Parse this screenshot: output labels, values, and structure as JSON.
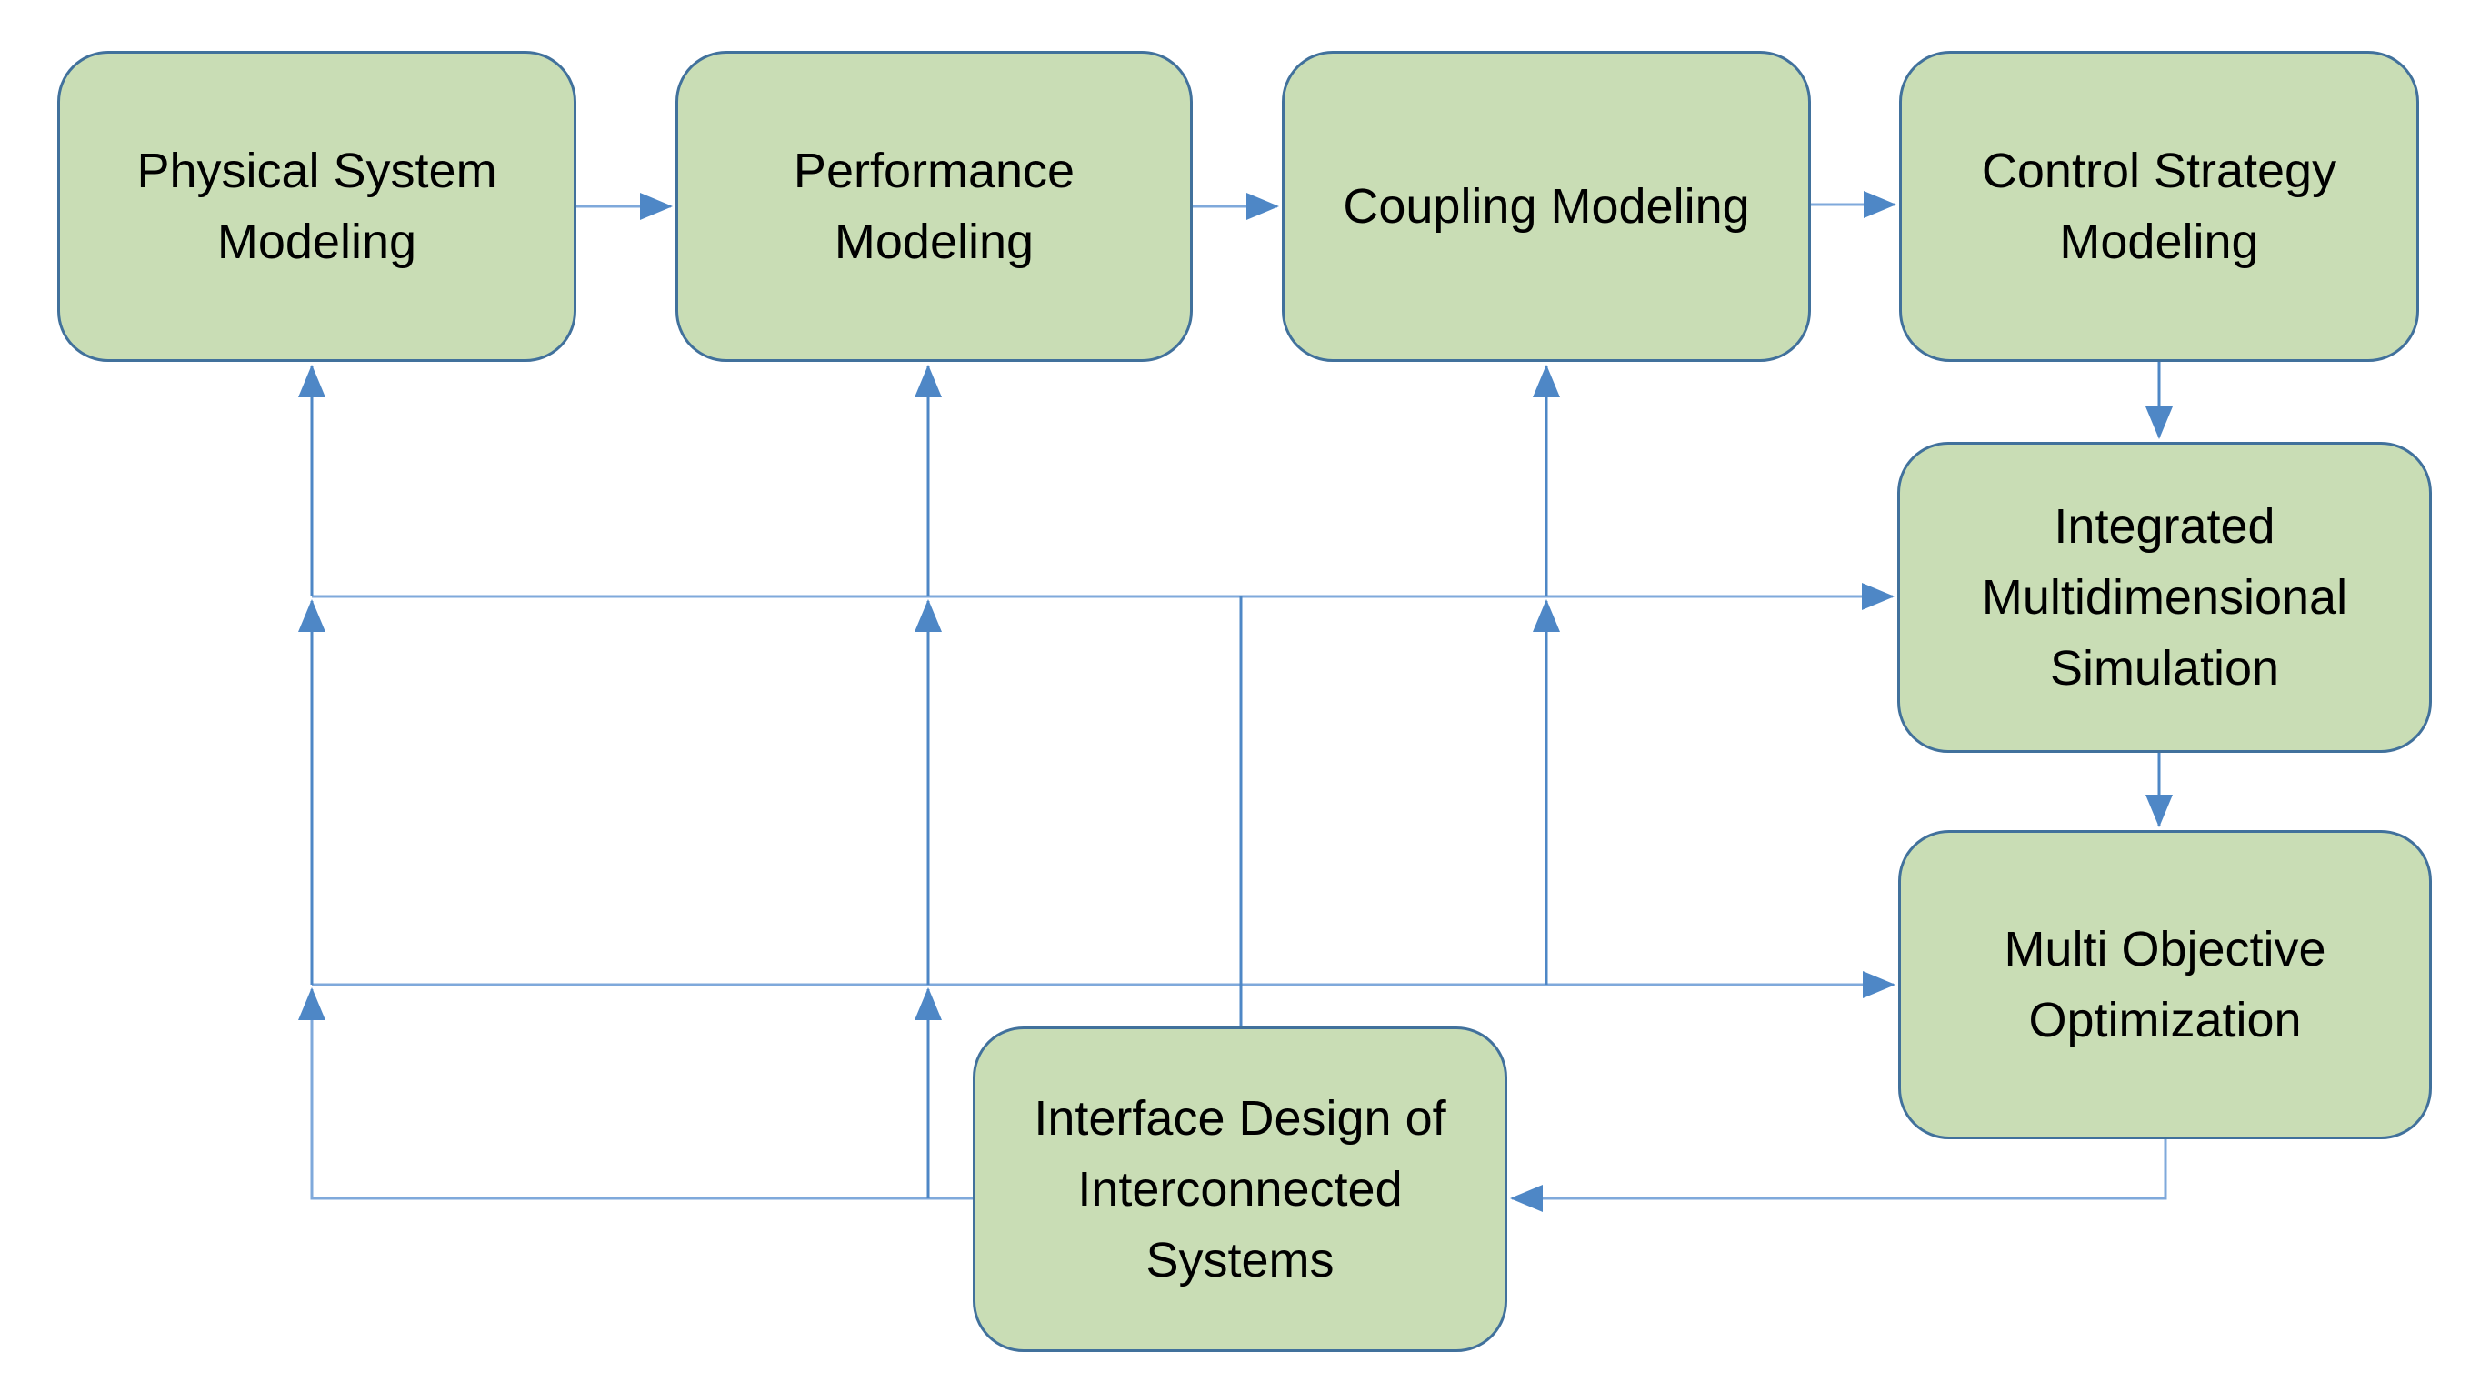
{
  "diagram": {
    "title": "",
    "background_color": "#ffffff",
    "node_fill_color": "#c9ddb5",
    "node_border_color": "#41719c",
    "connector_color": "#7fa9db",
    "connector_dark_color": "#4e87c6",
    "text_color": "#000000",
    "nodes": [
      {
        "id": "physical-system-modeling",
        "label": "Physical System\nModeling"
      },
      {
        "id": "performance-modeling",
        "label": "Performance\nModeling"
      },
      {
        "id": "coupling-modeling",
        "label": "Coupling Modeling"
      },
      {
        "id": "control-strategy-modeling",
        "label": "Control Strategy\nModeling"
      },
      {
        "id": "integrated-multidimensional-simulation",
        "label": "Integrated\nMultidimensional\nSimulation"
      },
      {
        "id": "multi-objective-optimization",
        "label": "Multi Objective\nOptimization"
      },
      {
        "id": "interface-design-of-interconnected-systems",
        "label": "Interface Design of\nInterconnected\nSystems"
      }
    ],
    "edges": [
      {
        "from": "physical-system-modeling",
        "to": "performance-modeling"
      },
      {
        "from": "performance-modeling",
        "to": "coupling-modeling"
      },
      {
        "from": "coupling-modeling",
        "to": "control-strategy-modeling"
      },
      {
        "from": "control-strategy-modeling",
        "to": "integrated-multidimensional-simulation"
      },
      {
        "from": "integrated-multidimensional-simulation",
        "to": "multi-objective-optimization"
      },
      {
        "from": "multi-objective-optimization",
        "to": "interface-design-of-interconnected-systems"
      },
      {
        "from": "interface-design-of-interconnected-systems",
        "to": "upper-feedback-bus",
        "note": "bottom feedback line runs left then up"
      },
      {
        "from": "upper-feedback-bus",
        "to": "integrated-multidimensional-simulation"
      },
      {
        "from": "lower-feedback-bus",
        "to": "multi-objective-optimization"
      },
      {
        "from": "feedback-riser-left",
        "to": "physical-system-modeling"
      },
      {
        "from": "feedback-riser-middle",
        "to": "performance-modeling"
      },
      {
        "from": "feedback-riser-right",
        "to": "coupling-modeling"
      },
      {
        "from": "upper-feedback-bus",
        "to": "interface-design-of-interconnected-systems",
        "note": "plain drop line into box top"
      }
    ]
  }
}
